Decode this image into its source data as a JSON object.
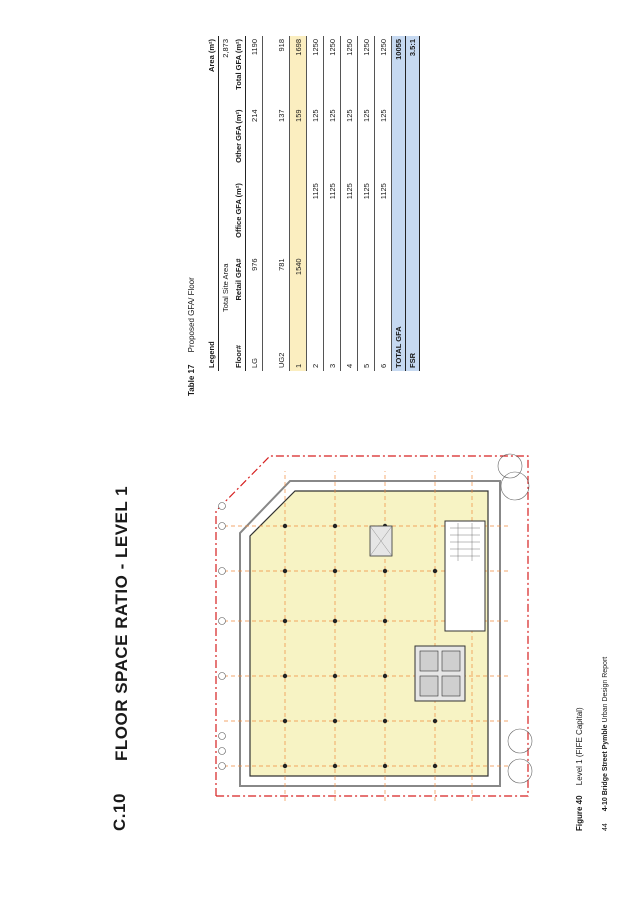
{
  "heading": {
    "code": "C.10",
    "title": "FLOOR SPACE RATIO - LEVEL 1"
  },
  "figure": {
    "number": "Figure 40",
    "caption": "Level 1 (FIFE Capital)"
  },
  "footer": {
    "page": "44",
    "project": "4-10 Bridge Street Pymble",
    "report": "Urban Design Report"
  },
  "table": {
    "label": "Table 17",
    "title": "Proposed GFA/ Floor",
    "legend": "Legend",
    "area_header": "Area (m²)",
    "site_area_label": "Total Site Area",
    "site_area_value": "2,873",
    "columns": [
      "Floor#",
      "Retail GFA#",
      "Office GFA (m²)",
      "Other GFA (m²)",
      "Total GFA (m²)"
    ],
    "rows": [
      {
        "floor": "LG",
        "retail": "976",
        "office": "",
        "other": "214",
        "total": "1190",
        "highlight": false
      },
      {
        "floor": "UG2",
        "retail": "781",
        "office": "",
        "other": "137",
        "total": "918",
        "highlight": false
      },
      {
        "floor": "1",
        "retail": "1540",
        "office": "",
        "other": "159",
        "total": "1698",
        "highlight": true
      },
      {
        "floor": "2",
        "retail": "",
        "office": "1125",
        "other": "125",
        "total": "1250",
        "highlight": false
      },
      {
        "floor": "3",
        "retail": "",
        "office": "1125",
        "other": "125",
        "total": "1250",
        "highlight": false
      },
      {
        "floor": "4",
        "retail": "",
        "office": "1125",
        "other": "125",
        "total": "1250",
        "highlight": false
      },
      {
        "floor": "5",
        "retail": "",
        "office": "1125",
        "other": "125",
        "total": "1250",
        "highlight": false
      },
      {
        "floor": "6",
        "retail": "",
        "office": "1125",
        "other": "125",
        "total": "1250",
        "highlight": false
      }
    ],
    "total_label": "TOTAL GFA",
    "total_value": "10055",
    "fsr_label": "FSR",
    "fsr_value": "3.5:1"
  },
  "colors": {
    "row_highlight": "#fbeec0",
    "summary_fill": "#c6d9f1",
    "plan_floor": "#f7f3c4",
    "grid_line": "#f08a3c",
    "boundary": "#d62020"
  }
}
